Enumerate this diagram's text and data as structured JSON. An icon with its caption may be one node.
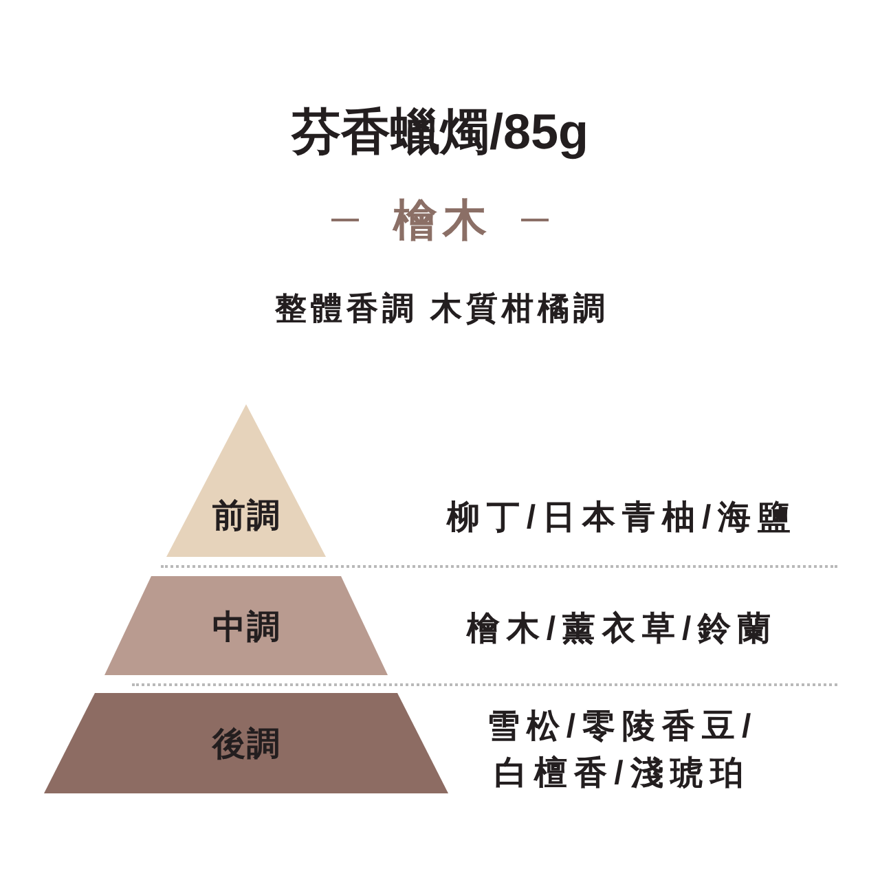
{
  "diagram": {
    "title": "芬香蠟燭/85g",
    "nodes": [
      {
        "text": [
          "前調"
        ],
        "beside": [
          "柳丁/日本青柚/海鹽"
        ]
      },
      {
        "text": [
          "中調"
        ],
        "beside": [
          "檜木/薰衣草/鈴蘭"
        ]
      },
      {
        "text": [
          "後調"
        ],
        "beside": [
          "雪松/零陵香豆/白檀香/淺琥珀"
        ]
      }
    ],
    "labels": [
      "檜木",
      "整體香調 木質柑橘調"
    ]
  }
}
